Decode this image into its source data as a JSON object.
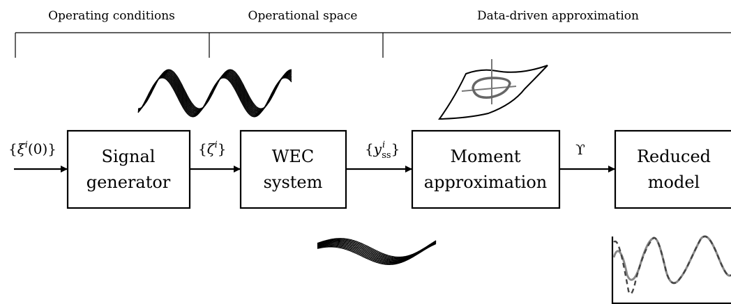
{
  "headers": {
    "operating_conditions": "Operating conditions",
    "operational_space": "Operational space",
    "data_driven": "Data-driven approximation"
  },
  "blocks": {
    "signal_generator": [
      "Signal",
      "generator"
    ],
    "wec_system": [
      "WEC",
      "system"
    ],
    "moment_approximation": [
      "Moment",
      "approximation"
    ],
    "reduced_model": [
      "Reduced",
      "model"
    ]
  },
  "signals": {
    "initial": {
      "open": "{",
      "base": "ξ",
      "sup": "i",
      "tail": "(0)}"
    },
    "zeta": {
      "open": "{",
      "base": "ζ",
      "sup": "i",
      "tail": "}"
    },
    "yss": {
      "open": "{",
      "base": "y",
      "sup": "i",
      "sub": "ss",
      "tail": "}"
    },
    "upsilon": "ϒ"
  }
}
